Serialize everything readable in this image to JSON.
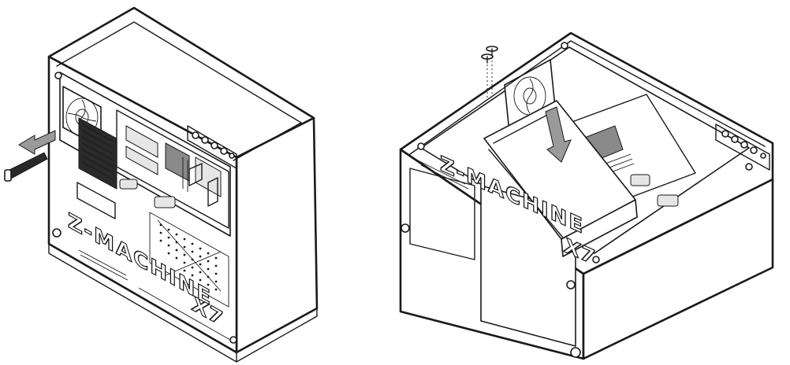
{
  "figure": {
    "left_case": {
      "brand_text": "Z-MACHINE",
      "model_text": "X7",
      "mesh_icon": "mesh-grille-icon",
      "arrow_icon": "arrow-left-icon"
    },
    "right_case": {
      "brand_text": "Z-MACHINE",
      "model_text": "X7",
      "arrow_icon": "arrow-down-icon",
      "screw_icon": "thumb-screw-icon"
    }
  },
  "colors": {
    "line": "#1a1a1a",
    "arrow_fill": "#9a9a9a",
    "background": "#ffffff"
  }
}
